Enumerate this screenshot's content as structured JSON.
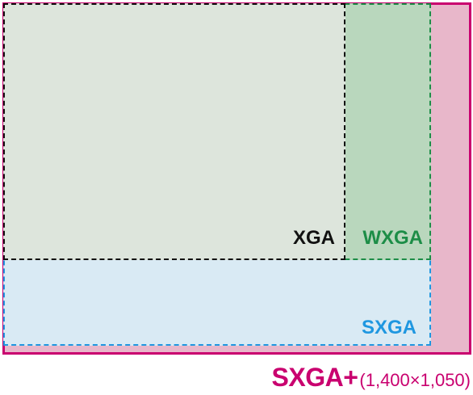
{
  "diagram": {
    "formats": {
      "sxga_plus": {
        "label": "SXGA+",
        "resolution": "(1,400×1,050)",
        "color": "#c9006f"
      },
      "sxga": {
        "label": "SXGA",
        "color": "#1f97e0"
      },
      "wxga": {
        "label": "WXGA",
        "color": "#1d8d47"
      },
      "xga": {
        "label": "XGA",
        "color": "#111111"
      }
    }
  }
}
